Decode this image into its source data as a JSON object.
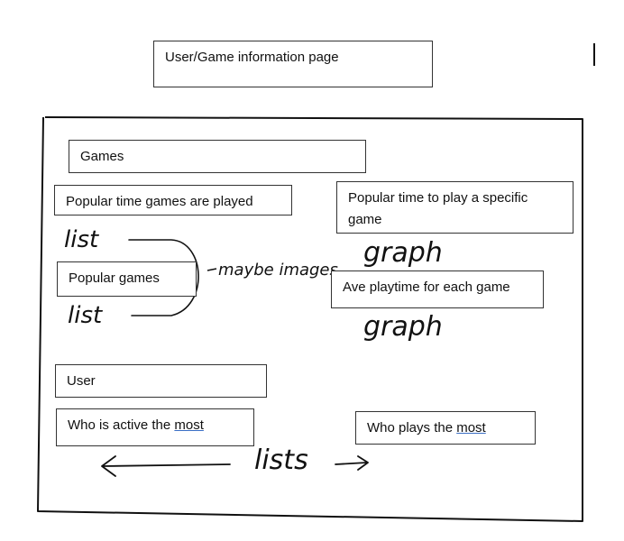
{
  "header": {
    "title": "User/Game information page"
  },
  "games_section": {
    "title": "Games",
    "popular_time_games_played": "Popular time games are played",
    "popular_time_specific_game": "Popular time to play a specific game",
    "popular_games": "Popular games",
    "ave_playtime": "Ave playtime for each game",
    "notes": {
      "list_1": "list",
      "list_2": "list",
      "maybe_images": "maybe images",
      "graph_1": "graph",
      "graph_2": "graph"
    }
  },
  "user_section": {
    "title": "User",
    "active_most_prefix": "Who is active the ",
    "active_most_emph": "most",
    "plays_most_prefix": "Who plays the ",
    "plays_most_emph": "most",
    "notes": {
      "lists": "lists"
    }
  }
}
